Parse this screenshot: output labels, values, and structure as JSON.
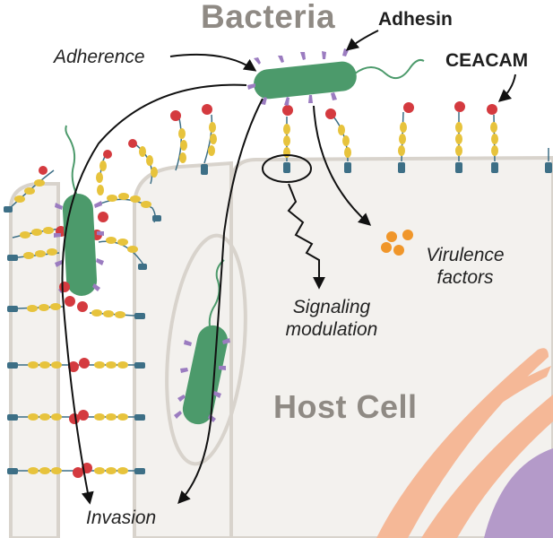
{
  "labels": {
    "bacteria": "Bacteria",
    "adhesin": "Adhesin",
    "ceacam": "CEACAM",
    "adherence": "Adherence",
    "virulence_factors": "Virulence factors",
    "virulence_line1": "Virulence",
    "virulence_line2": "factors",
    "signaling_modulation": "Signaling modulation",
    "signaling_line1": "Signaling",
    "signaling_line2": "modulation",
    "host_cell": "Host Cell",
    "invasion": "Invasion"
  },
  "colors": {
    "bacteria_body": "#4c9a6b",
    "adhesin": "#9b7cc0",
    "ceacam_domain": "#e7c33c",
    "ceacam_head": "#d43a3f",
    "ceacam_anchor": "#3d6f86",
    "cell_fill": "#f3f1ee",
    "cell_border": "#d8d3cc",
    "virulence_factor": "#f0962a",
    "organelle": "#f5b897",
    "nucleus": "#b49ac9",
    "title_gray": "#8f8a84"
  },
  "icons": {
    "bacterium": "rod-bacterium-icon",
    "ceacam": "ceacam-receptor-icon",
    "virulence": "virulence-factor-icon"
  }
}
